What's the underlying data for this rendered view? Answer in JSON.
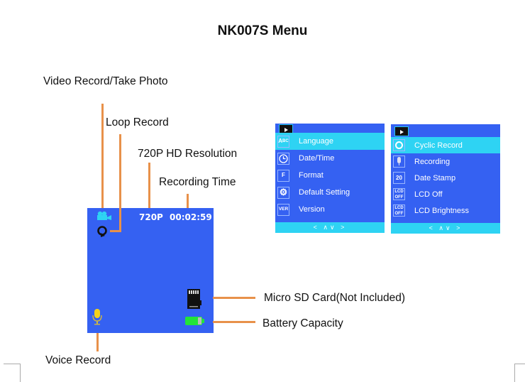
{
  "title": "NK007S Menu",
  "callouts": {
    "video_record": "Video Record/Take Photo",
    "loop_record": "Loop Record",
    "resolution": "720P HD Resolution",
    "recording_time": "Recording Time",
    "sd_card": "Micro SD Card(Not Included)",
    "battery": "Battery Capacity",
    "voice_record": "Voice Record"
  },
  "screen": {
    "resolution": "720P",
    "time": "00:02:59",
    "icons": [
      "video-camera-icon",
      "loop-icon",
      "sd-card-icon",
      "battery-icon",
      "microphone-icon"
    ],
    "battery_level_percent": 80
  },
  "menu1": {
    "items": [
      {
        "label": "Language",
        "icon": "A B C",
        "selected": true
      },
      {
        "label": "Date/Time",
        "icon": "clock",
        "selected": false
      },
      {
        "label": "Format",
        "icon": "F",
        "selected": false
      },
      {
        "label": "Default Setting",
        "icon": "gear",
        "selected": false
      },
      {
        "label": "Version",
        "icon": "VER",
        "selected": false
      }
    ],
    "footer": "< ∧∨ >"
  },
  "menu2": {
    "items": [
      {
        "label": "Cyclic Record",
        "icon": "loop",
        "selected": true
      },
      {
        "label": "Recording",
        "icon": "mic",
        "selected": false
      },
      {
        "label": "Date Stamp",
        "icon": "20",
        "selected": false
      },
      {
        "label": "LCD Off",
        "icon": "LCD OFF",
        "selected": false
      },
      {
        "label": "LCD Brightness",
        "icon": "LCD OFF",
        "selected": false
      }
    ],
    "footer": "< ∧∨ >"
  },
  "colors": {
    "screen_blue": "#3561f2",
    "highlight_cyan": "#2ed3f3",
    "callout_orange": "#e8914a",
    "battery_green": "#22e43a",
    "mic_yellow": "#f4d21a"
  }
}
